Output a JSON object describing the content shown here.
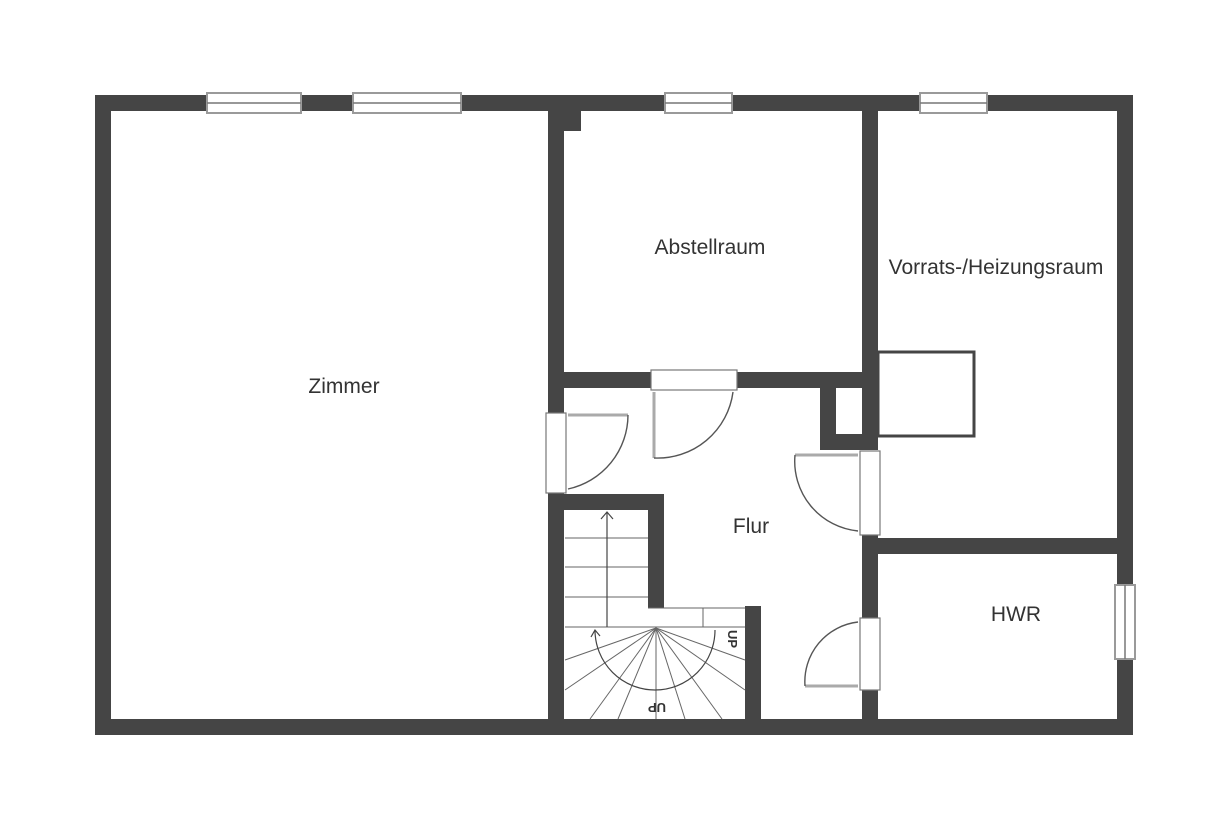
{
  "floorplan": {
    "rooms": [
      {
        "id": "zimmer",
        "label": "Zimmer"
      },
      {
        "id": "abstellraum",
        "label": "Abstellraum"
      },
      {
        "id": "vorrats",
        "label": "Vorrats-/Heizungsraum"
      },
      {
        "id": "flur",
        "label": "Flur"
      },
      {
        "id": "hwr",
        "label": "HWR"
      }
    ],
    "stairs": {
      "labels": [
        "UP",
        "UP"
      ]
    },
    "colors": {
      "wall": "#454545",
      "background": "#ffffff",
      "text": "#333333"
    }
  }
}
